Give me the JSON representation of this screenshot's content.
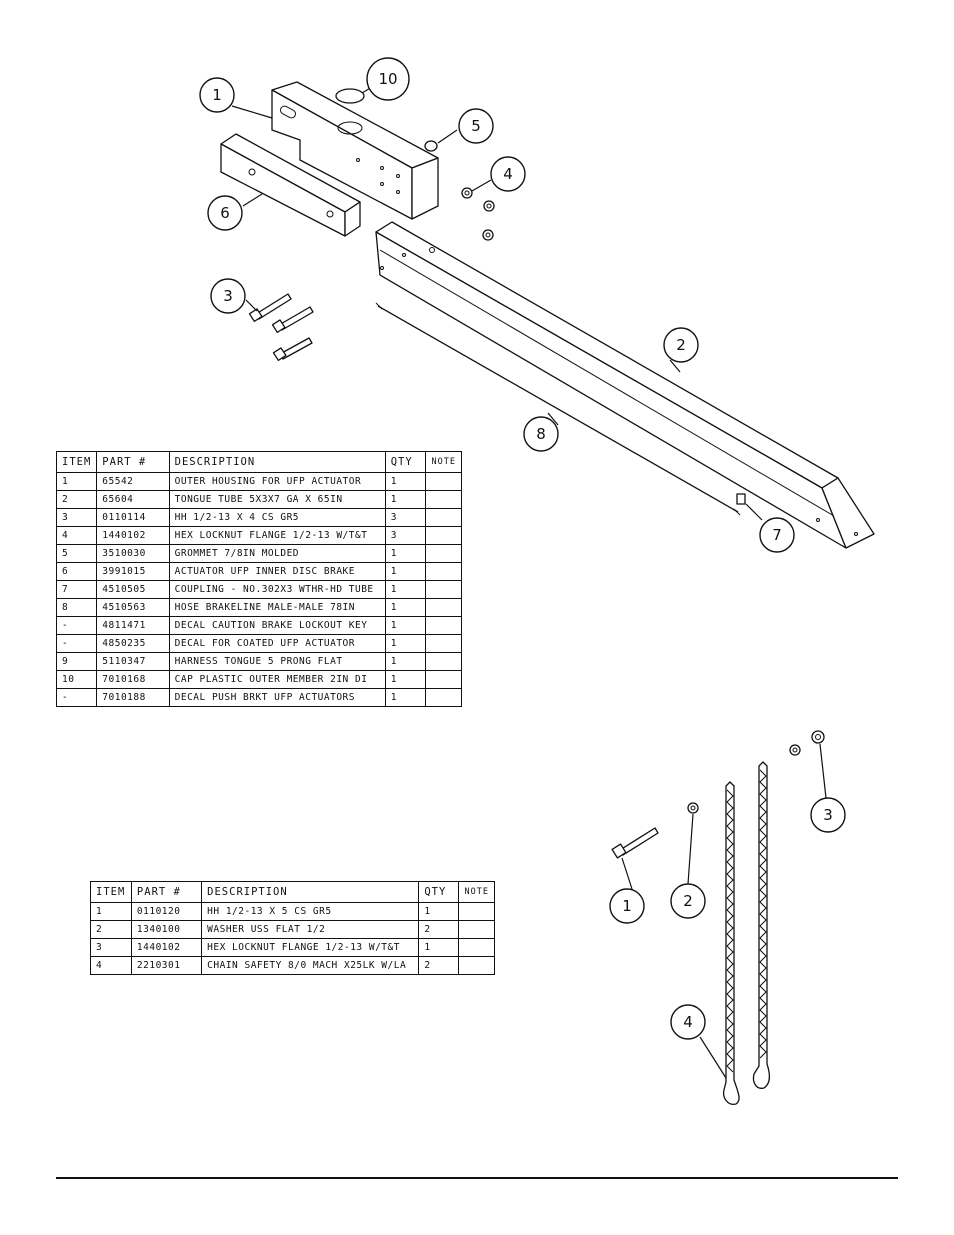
{
  "assembly1": {
    "callouts": [
      "1",
      "10",
      "5",
      "4",
      "6",
      "3",
      "2",
      "8",
      "7"
    ],
    "table": {
      "headers": {
        "item": "ITEM",
        "part": "PART #",
        "description": "DESCRIPTION",
        "qty": "QTY",
        "note": "NOTE"
      },
      "rows": [
        {
          "item": "1",
          "part": "65542",
          "description": "OUTER HOUSING FOR UFP ACTUATOR",
          "qty": "1",
          "note": ""
        },
        {
          "item": "2",
          "part": "65604",
          "description": "TONGUE TUBE 5X3X7 GA X 65IN",
          "qty": "1",
          "note": ""
        },
        {
          "item": "3",
          "part": "0110114",
          "description": "HH 1/2-13 X 4 CS GR5",
          "qty": "3",
          "note": ""
        },
        {
          "item": "4",
          "part": "1440102",
          "description": "HEX LOCKNUT FLANGE 1/2-13 W/T&T",
          "qty": "3",
          "note": ""
        },
        {
          "item": "5",
          "part": "3510030",
          "description": "GROMMET  7/8IN MOLDED",
          "qty": "1",
          "note": ""
        },
        {
          "item": "6",
          "part": "3991015",
          "description": "ACTUATOR UFP INNER  DISC BRAKE",
          "qty": "1",
          "note": ""
        },
        {
          "item": "7",
          "part": "4510505",
          "description": "COUPLING - NO.302X3 WTHR-HD TUBE",
          "qty": "1",
          "note": ""
        },
        {
          "item": "8",
          "part": "4510563",
          "description": "HOSE BRAKELINE MALE-MALE 78IN",
          "qty": "1",
          "note": ""
        },
        {
          "item": "-",
          "part": "4811471",
          "description": "DECAL CAUTION BRAKE LOCKOUT KEY",
          "qty": "1",
          "note": ""
        },
        {
          "item": "-",
          "part": "4850235",
          "description": "DECAL FOR COATED UFP ACTUATOR",
          "qty": "1",
          "note": ""
        },
        {
          "item": "9",
          "part": "5110347",
          "description": "HARNESS  TONGUE 5 PRONG FLAT",
          "qty": "1",
          "note": ""
        },
        {
          "item": "10",
          "part": "7010168",
          "description": "CAP  PLASTIC OUTER MEMBER 2IN DI",
          "qty": "1",
          "note": ""
        },
        {
          "item": "-",
          "part": "7010188",
          "description": "DECAL PUSH BRKT UFP ACTUATORS",
          "qty": "1",
          "note": ""
        }
      ]
    }
  },
  "assembly2": {
    "callouts": [
      "3",
      "1",
      "2",
      "4"
    ],
    "table": {
      "headers": {
        "item": "ITEM",
        "part": "PART #",
        "description": "DESCRIPTION",
        "qty": "QTY",
        "note": "NOTE"
      },
      "rows": [
        {
          "item": "1",
          "part": "0110120",
          "description": "HH 1/2-13 X 5 CS GR5",
          "qty": "1",
          "note": ""
        },
        {
          "item": "2",
          "part": "1340100",
          "description": "WASHER USS FLAT 1/2",
          "qty": "2",
          "note": ""
        },
        {
          "item": "3",
          "part": "1440102",
          "description": "HEX LOCKNUT FLANGE 1/2-13 W/T&T",
          "qty": "1",
          "note": ""
        },
        {
          "item": "4",
          "part": "2210301",
          "description": "CHAIN SAFETY 8/0 MACH X25LK W/LA",
          "qty": "2",
          "note": ""
        }
      ]
    }
  }
}
